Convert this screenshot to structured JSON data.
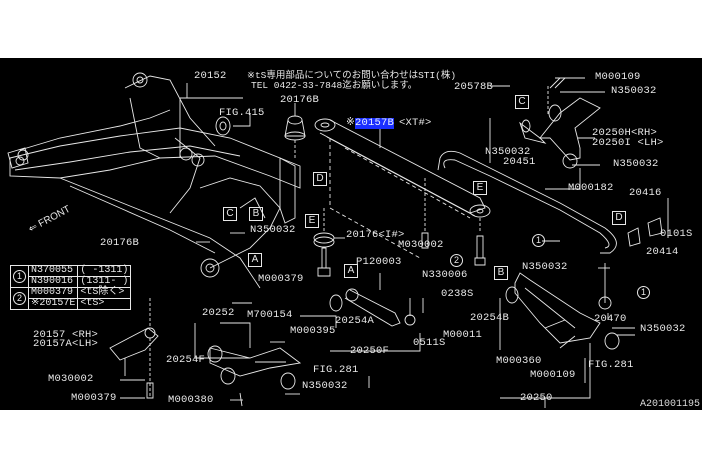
{
  "diagram": {
    "id": "A201001195",
    "notice_line1": "※tS専用部品についてのお問い合わせはSTI(株)",
    "notice_line2": "TEL 0422-33-7848迄お願いします。",
    "front_label": "FRONT",
    "highlight_color": "#1a2fff",
    "background_color": "#000000",
    "line_color": "#e8e8e8"
  },
  "callouts": {
    "p20152": "20152",
    "fig415": "FIG.415",
    "p20176b_top": "20176B",
    "p20157b_prefix": "※",
    "p20157b": "20157B",
    "p20157b_suffix": "<XT#>",
    "p20578b": "20578B",
    "m000109_top": "M000109",
    "n350032_a": "N350032",
    "p20250h": "20250H<RH>",
    "p20250i": "20250I <LH>",
    "n350032_b": "N350032",
    "p20451": "20451",
    "n350032_c": "N350032",
    "m000182": "M000182",
    "p20416": "20416",
    "p0101s": "0101S",
    "p20414": "20414",
    "n350032_d": "N350032",
    "p20176b_left": "20176B",
    "n350032_e": "N350032",
    "p20176_i": "20176<I#>",
    "m030002_mid": "M030002",
    "m000379_mid": "M000379",
    "p120003": "P120003",
    "n330006": "N330006",
    "p0238s": "0238S",
    "m700154": "M700154",
    "m000395": "M000395",
    "p20254a": "20254A",
    "p20250f": "20250F",
    "p0511s": "0511S",
    "m00011": "M00011",
    "p20254b": "20254B",
    "p20470": "20470",
    "n350032_f": "N350032",
    "m000360": "M000360",
    "fig281_right": "FIG.281",
    "m000109_bottom": "M000109",
    "p20250": "20250",
    "p20157": "20157 <RH>",
    "p20157a": "20157A<LH>",
    "m030002_left": "M030002",
    "m000379_left": "M000379",
    "p20252": "20252",
    "p20254f": "20254F",
    "fig281_mid": "FIG.281",
    "n350032_g": "N350032",
    "m000380": "M000380"
  },
  "ref_boxes": {
    "A": "A",
    "B": "B",
    "C": "C",
    "D": "D",
    "E": "E"
  },
  "ref_circles": {
    "one": "1",
    "two": "2"
  },
  "legend": {
    "rows": [
      {
        "idx": "1",
        "part": "N370055",
        "note": "( -1311)"
      },
      {
        "idx": "",
        "part": "N390016",
        "note": "(1311- )"
      },
      {
        "idx": "2",
        "part": "M000379",
        "note": "<tS除く>"
      },
      {
        "idx": "",
        "part": "※20157E",
        "note": "<tS>"
      }
    ]
  }
}
